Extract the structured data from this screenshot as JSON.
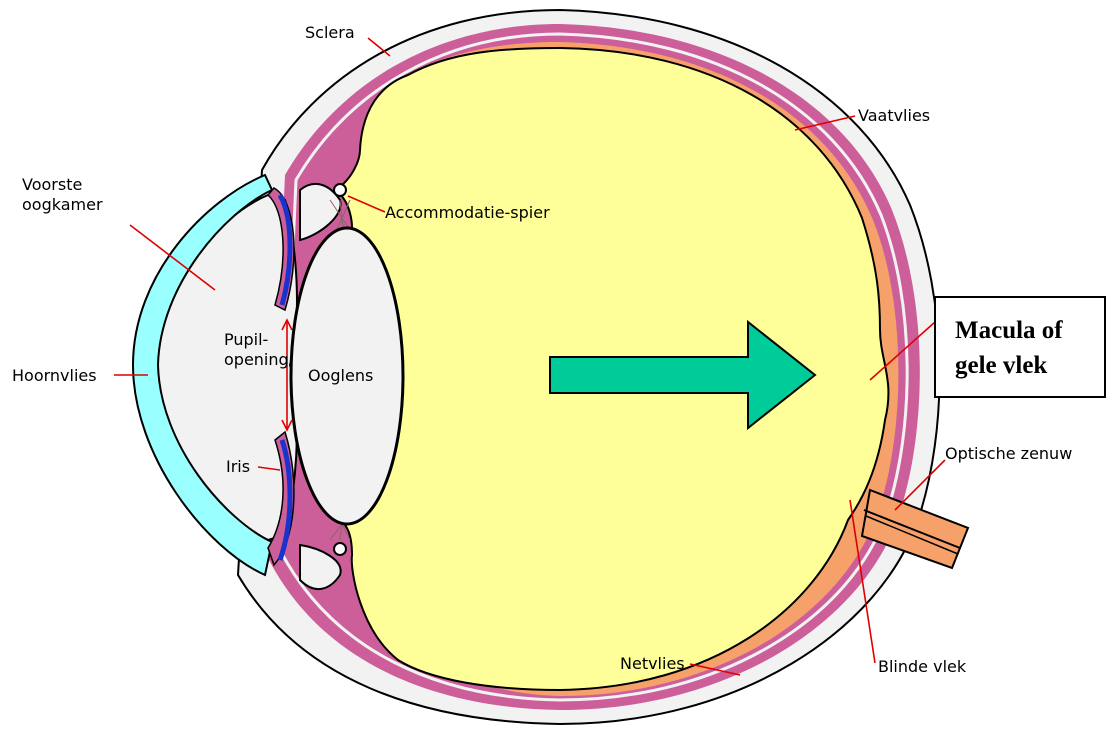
{
  "labels": {
    "sclera": "Sclera",
    "vaatvlies": "Vaatvlies",
    "voorste_line1": "Voorste",
    "voorste_line2": "oogkamer",
    "accommodatie": "Accommodatie-spier",
    "pupil_line1": "Pupil-",
    "pupil_line2": "opening",
    "hoornvlies": "Hoornvlies",
    "ooglens": "Ooglens",
    "iris": "Iris",
    "optische": "Optische zenuw",
    "netvlies": "Netvlies",
    "blinde": "Blinde vlek"
  },
  "macula_box": {
    "line1": "Macula of",
    "line2": "gele vlek"
  },
  "colors": {
    "sclera_white": "#f2f2f2",
    "choroid_pink": "#cc5f9a",
    "retina_orange": "#f6a06a",
    "vitreous_yellow": "#ffff99",
    "cornea_cyan": "#99ffff",
    "iris_blue": "#1a33cc",
    "arrow_green": "#00cc99",
    "leader_red": "#e00000"
  }
}
